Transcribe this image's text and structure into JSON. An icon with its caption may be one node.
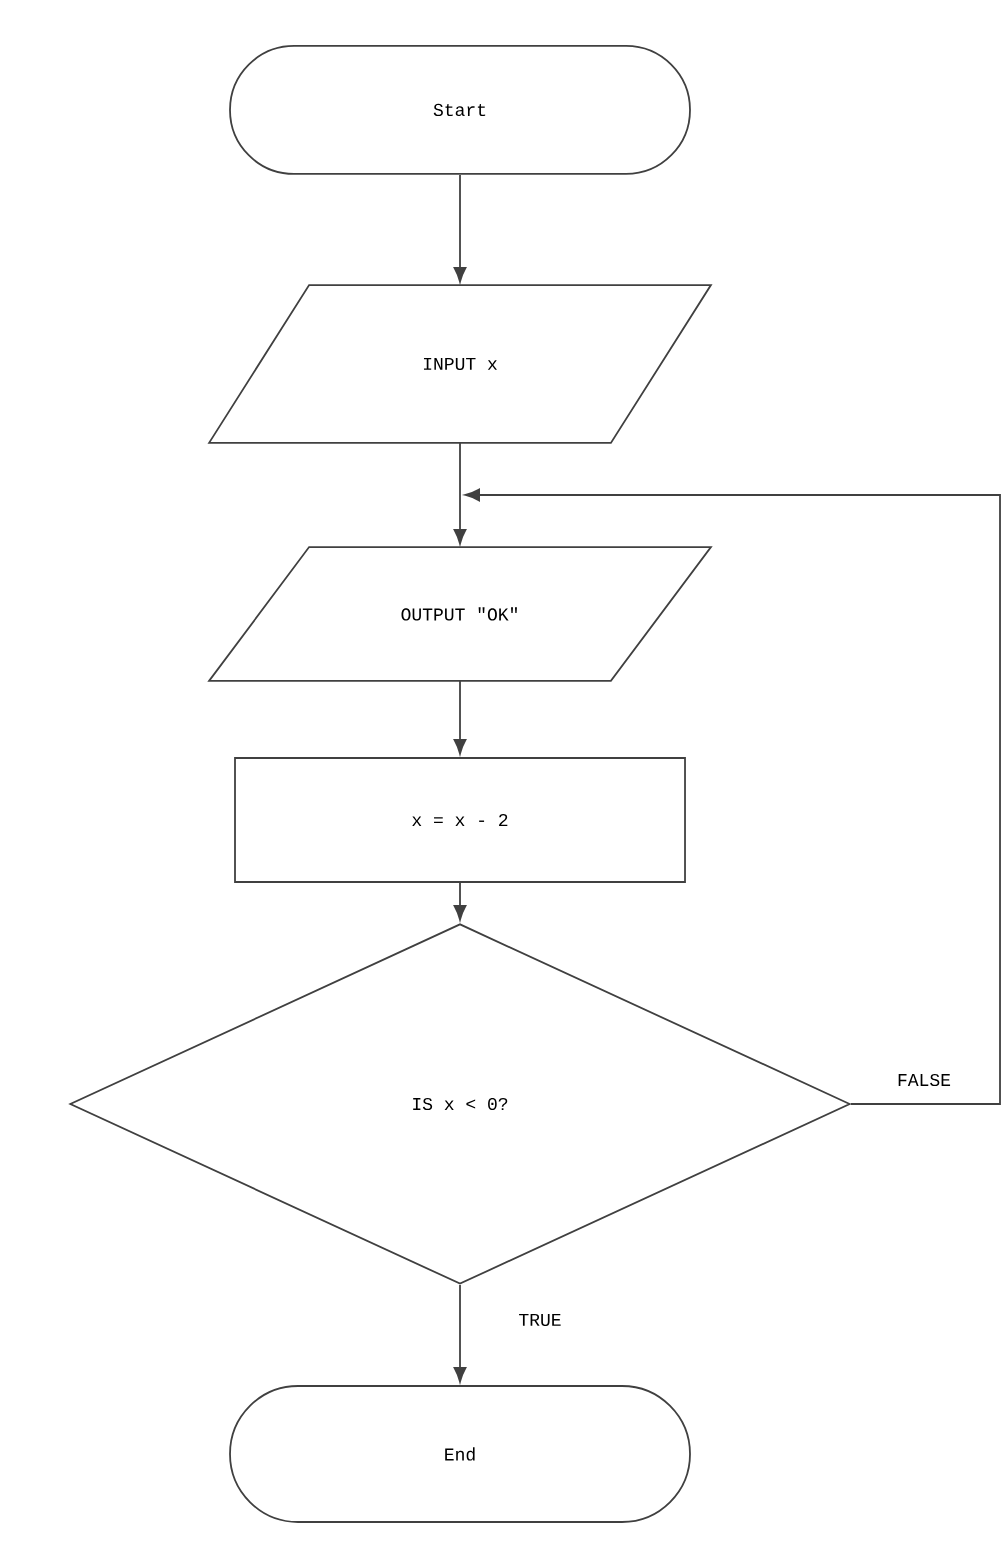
{
  "diagram": {
    "nodes": [
      {
        "text": [
          "Start"
        ]
      },
      {
        "text": [
          "INPUT x"
        ]
      },
      {
        "text": [
          "OUTPUT \"OK\""
        ]
      },
      {
        "text": [
          "x = x - 2"
        ]
      },
      {
        "text": [
          "IS x < 0?"
        ]
      },
      {
        "text": [
          "End"
        ]
      }
    ],
    "edges": [
      {
        "from": 0,
        "to": 1,
        "arrow": "to"
      },
      {
        "from": 1,
        "to": 2,
        "arrow": "to"
      },
      {
        "from": 2,
        "to": 3,
        "arrow": "to"
      },
      {
        "from": 3,
        "to": 4,
        "arrow": "to"
      },
      {
        "from": 4,
        "to": 5,
        "arrow": "to",
        "label": "TRUE"
      },
      {
        "from": 4,
        "to": 2,
        "arrow": "to",
        "label": "FALSE"
      }
    ]
  }
}
